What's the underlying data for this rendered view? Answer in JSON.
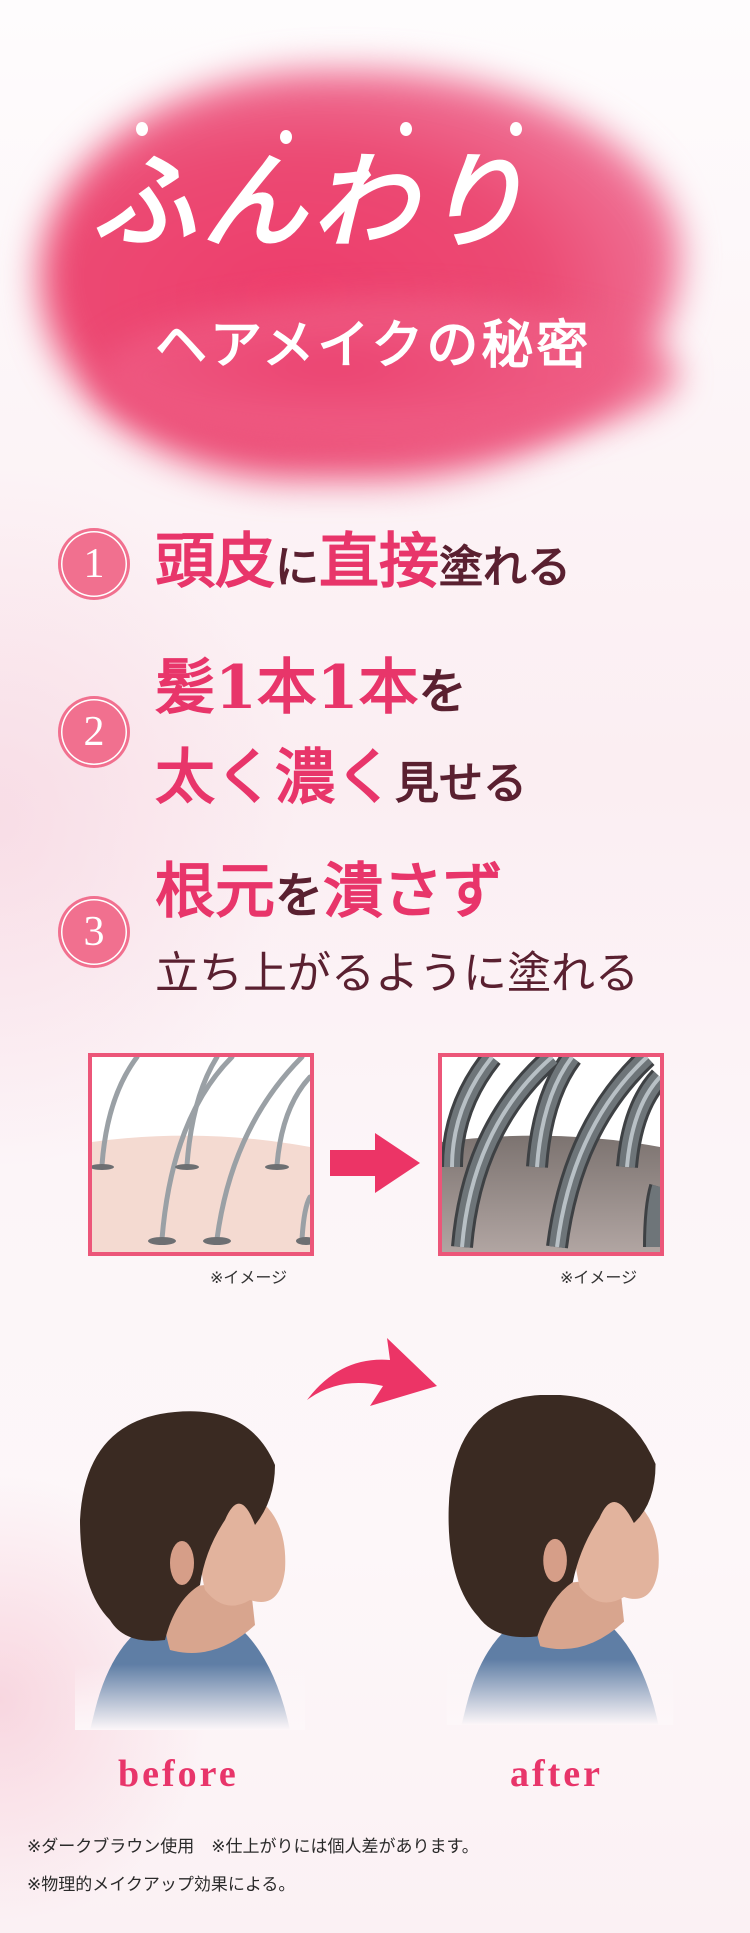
{
  "hero": {
    "title": "ふんわり",
    "subtitle": "ヘアメイクの秘密",
    "accent_color": "#ee3d6c"
  },
  "points": [
    {
      "number": "1",
      "lines": [
        [
          {
            "text": "頭皮",
            "style": "em"
          },
          {
            "text": "に",
            "style": "norm"
          },
          {
            "text": "直接",
            "style": "em"
          },
          {
            "text": "塗れる",
            "style": "norm"
          }
        ]
      ]
    },
    {
      "number": "2",
      "lines": [
        [
          {
            "text": "髪1本1本",
            "style": "em"
          },
          {
            "text": "を",
            "style": "norm"
          }
        ],
        [
          {
            "text": "太く濃く",
            "style": "em"
          },
          {
            "text": "見せる",
            "style": "norm"
          }
        ]
      ]
    },
    {
      "number": "3",
      "lines": [
        [
          {
            "text": "根元",
            "style": "em"
          },
          {
            "text": "を",
            "style": "norm"
          },
          {
            "text": "潰さず",
            "style": "em"
          }
        ],
        [
          {
            "text": "立ち上がるように塗れる",
            "style": "plain"
          }
        ]
      ]
    }
  ],
  "illustrations": {
    "before_caption": "※イメージ",
    "after_caption": "※イメージ"
  },
  "photos": {
    "before_label": "before",
    "after_label": "after"
  },
  "notes": [
    "※ダークブラウン使用　※仕上がりには個人差があります。",
    "※物理的メイクアップ効果による。"
  ],
  "colors": {
    "accent": "#e8356a",
    "badge": "#f1708f",
    "frame": "#ec5679",
    "text_dark": "#5a2030"
  }
}
